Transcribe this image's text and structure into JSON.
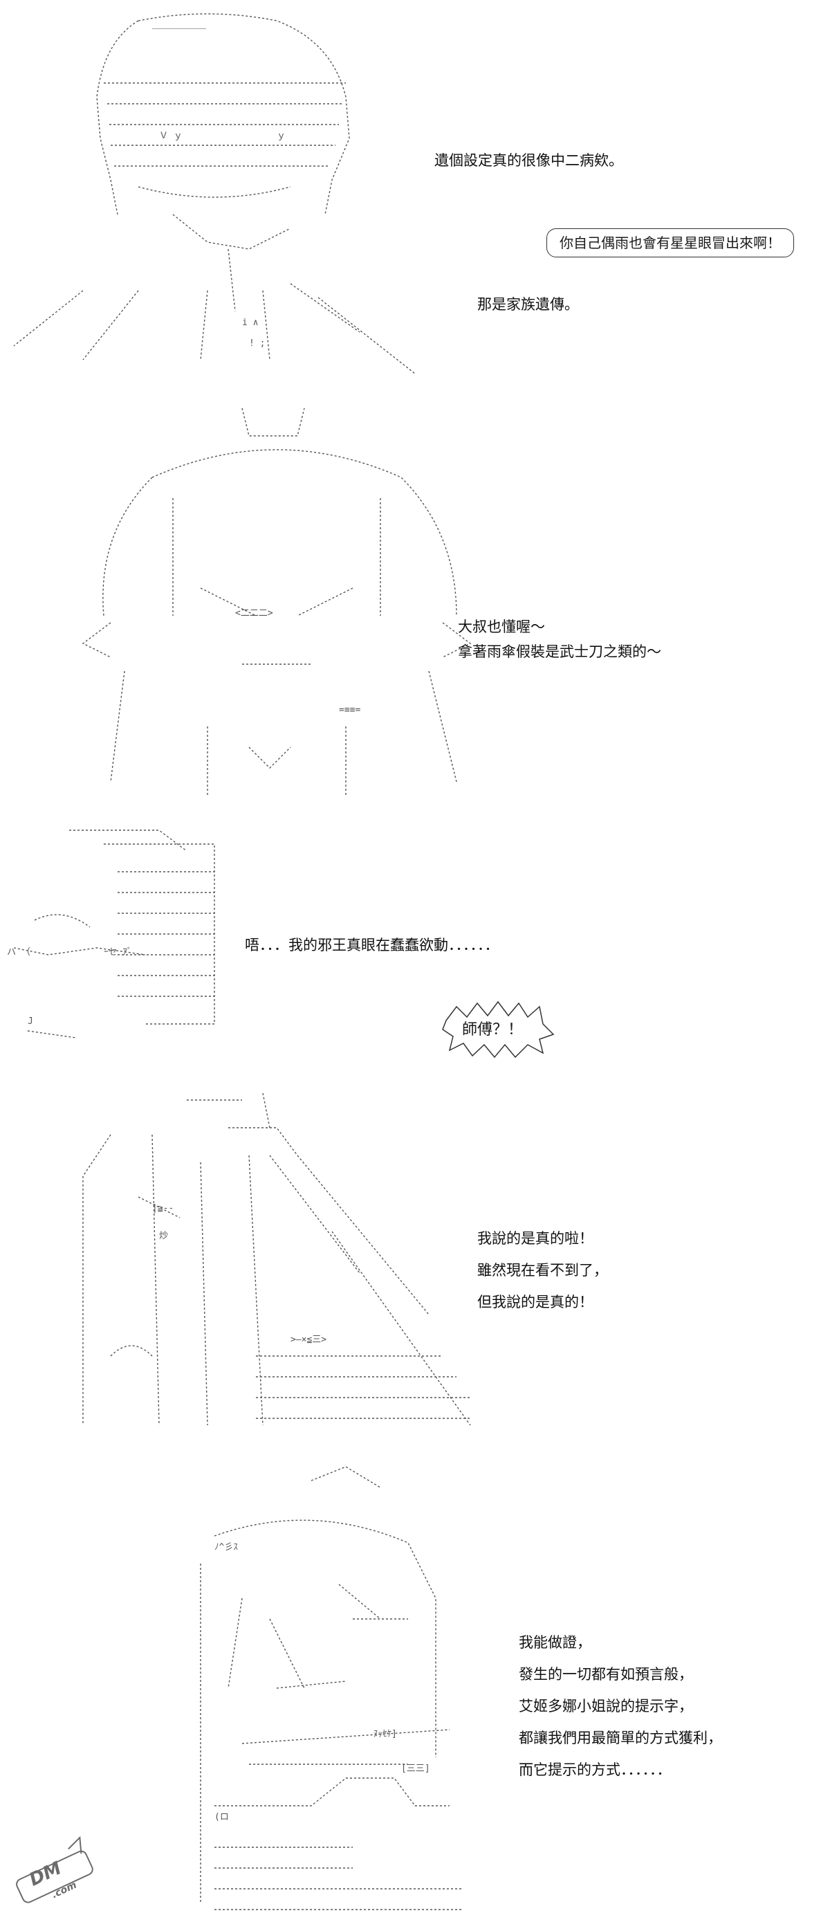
{
  "panels": [
    {
      "id": "panel-1",
      "lines": [
        "遺個設定真的很像中二病欸。"
      ],
      "bubble": "你自己偶雨也會有星星眼冒出來啊！",
      "lines_after": [
        "那是家族遺傳。"
      ]
    },
    {
      "id": "panel-2",
      "lines": [
        "大叔也懂喔～",
        "拿著雨傘假裝是武士刀之類的～"
      ]
    },
    {
      "id": "panel-3",
      "lines": [
        "唔．．．我的邪王真眼在蠢蠢欲動．．．．．．"
      ],
      "spiky_bubble": "師傅？！"
    },
    {
      "id": "panel-4",
      "lines": [
        "我說的是真的啦！",
        "雖然現在看不到了，",
        "但我說的是真的！"
      ]
    },
    {
      "id": "panel-5",
      "lines": [
        "我能做證，",
        "發生的一切都有如預言般，",
        "艾姬多娜小姐說的提示字，",
        "都讓我們用最簡單的方式獲利，",
        "而它提示的方式．．．．．．"
      ]
    }
  ],
  "watermark": {
    "logo": "DM",
    "suffix": ".com"
  },
  "colors": {
    "ink": "#111111",
    "art": "#555555",
    "watermark": "#6b6b6b"
  }
}
